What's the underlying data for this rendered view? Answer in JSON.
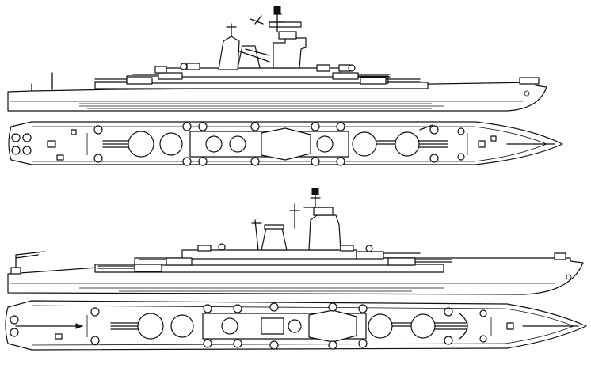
{
  "drawing": {
    "style": "line drawing",
    "colors": {
      "ink": "#111111",
      "paper": "#ffffff"
    },
    "views": [
      {
        "id": "upper-profile",
        "kind": "side-profile"
      },
      {
        "id": "upper-plan",
        "kind": "deck-plan"
      },
      {
        "id": "lower-profile",
        "kind": "side-profile"
      },
      {
        "id": "lower-plan",
        "kind": "deck-plan"
      }
    ]
  }
}
